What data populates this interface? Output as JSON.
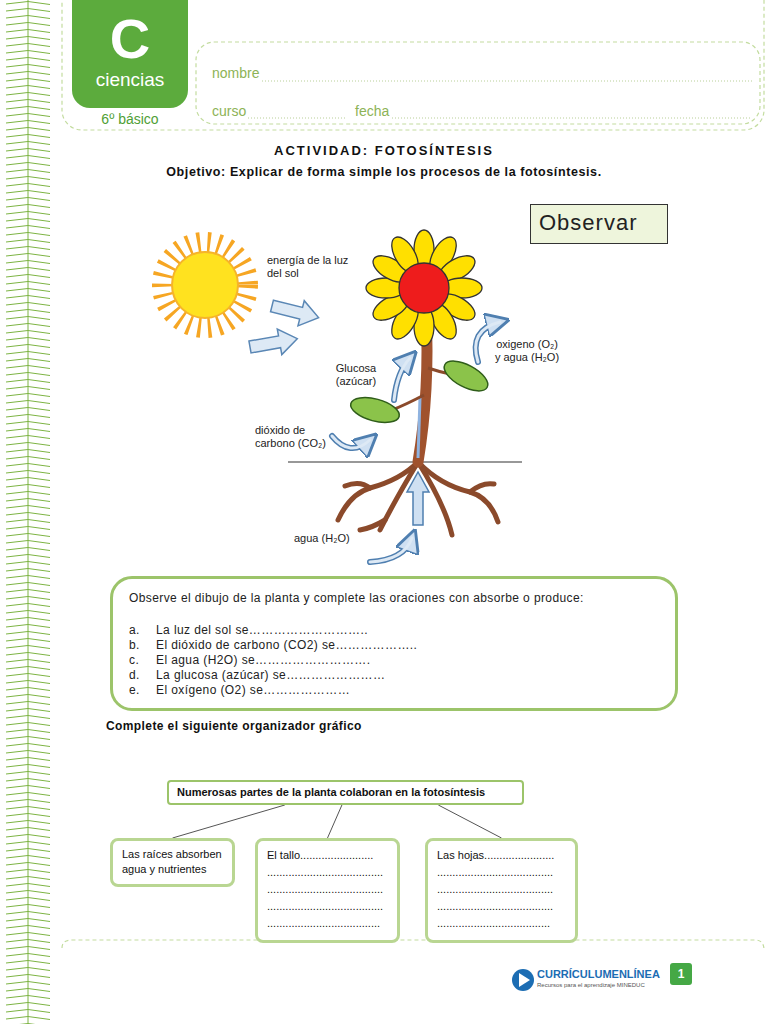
{
  "diagram": {
    "title": "ACTIVIDAD: FOTOSÍNTESIS",
    "nodes": [
      {
        "text": [
          "C",
          "ciencias"
        ]
      },
      {
        "text": [
          "Observar"
        ]
      },
      {
        "text": [
          "Observe el dibujo de la planta y complete las oraciones con absorbe o produce:",
          "a.",
          "La luz del sol se………………………..",
          "b.",
          "El dióxido de carbono (CO2) se………………..",
          "c.",
          "El agua (H2O) se……………………….",
          "d.",
          "La glucosa (azúcar) se……………………",
          "e.",
          "El oxígeno (O2) se…………………"
        ]
      },
      {
        "text": [
          "Numerosas partes de la planta colaboran en la fotosíntesis"
        ]
      },
      {
        "text": [
          "Las raíces absorben agua y nutrientes"
        ]
      },
      {
        "text": [
          "El tallo........................",
          "......................................",
          "......................................",
          "......................................",
          "....................................."
        ]
      },
      {
        "text": [
          "Las hojas.......................",
          "......................................",
          "......................................",
          "......................................",
          "....................................."
        ]
      },
      {
        "text": [
          "1"
        ]
      }
    ],
    "edges": [
      {
        "from": 3,
        "to": 4,
        "arrow": "none"
      },
      {
        "from": 3,
        "to": 5,
        "arrow": "none"
      },
      {
        "from": 3,
        "to": 6,
        "arrow": "none"
      }
    ],
    "labels": [
      "6º básico",
      "nombre",
      "curso",
      "fecha",
      "Objetivo: Explicar de forma simple los procesos de la fotosíntesis.",
      "energía de la luz del sol",
      "Glucosa (azúcar)",
      "oxigeno (O₂) y agua (H₂O)",
      "dióxido de carbono (CO₂)",
      "agua (H₂O)",
      "Complete el siguiente organizador gráfico",
      "CURRÍCULUMENLÍNEA",
      "Recursos para el aprendizaje MINEDUC"
    ]
  }
}
